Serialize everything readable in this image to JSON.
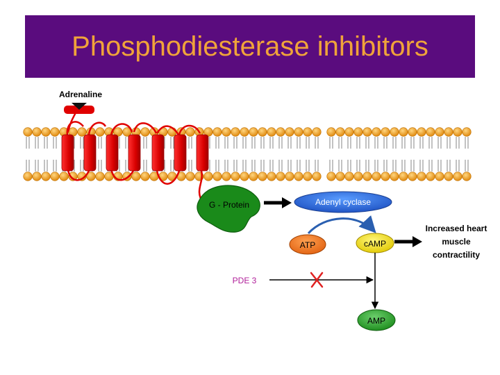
{
  "title": "Phosphodiesterase inhibitors",
  "labels": {
    "adrenaline": "Adrenaline",
    "g_protein": "G - Protein",
    "adenyl_cyclase": "Adenyl cyclase",
    "atp": "ATP",
    "camp": "cAMP",
    "amp": "AMP",
    "pde3": "PDE 3",
    "effect_line1": "Increased heart",
    "effect_line2": "muscle",
    "effect_line3": "contractility"
  },
  "colors": {
    "title_bg": "#5a0c7e",
    "title_text": "#f0a33a",
    "lipid_head": "#f0a020",
    "receptor": "#e00000",
    "g_protein": "#1a8a1a",
    "adenyl_cyclase": "#2a6be0",
    "atp": "#f07818",
    "camp": "#f2e21a",
    "amp": "#2a9a2a",
    "inhibition": "#e02020",
    "pde3_text": "#b0209a"
  }
}
